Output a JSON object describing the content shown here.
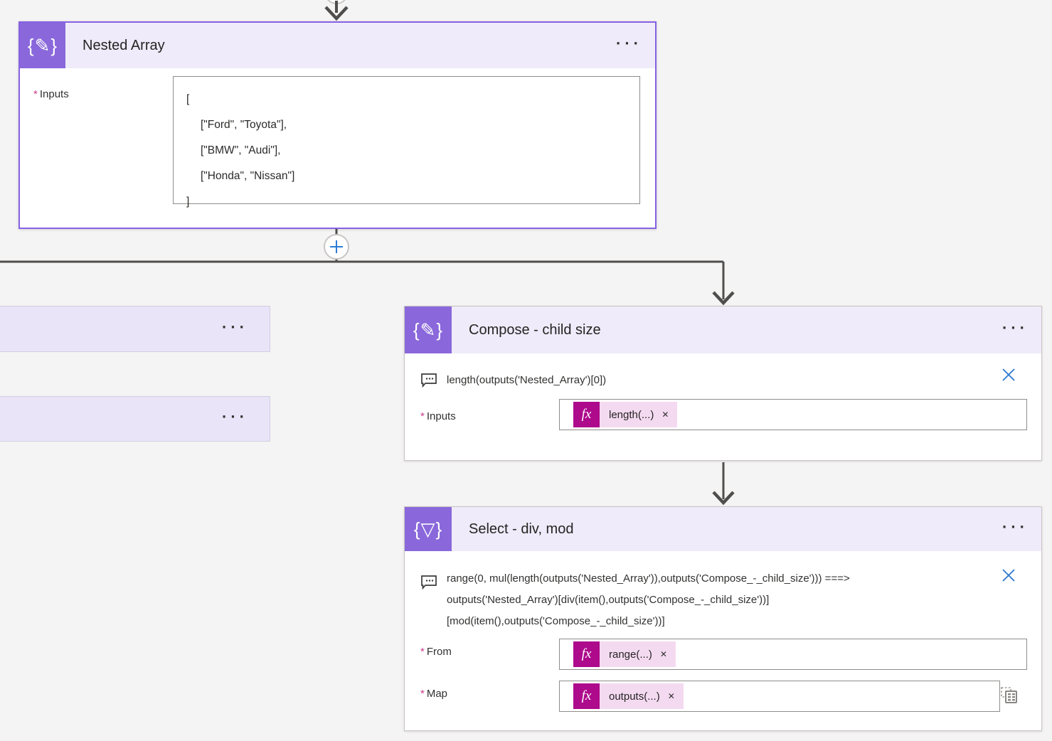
{
  "icons": {
    "ellipsis": "···",
    "fx": "fx",
    "remove": "✕",
    "compose_glyph": "{✎}",
    "select_glyph": "{▽}"
  },
  "labels": {
    "required_marker": "*"
  },
  "flow": {
    "nested_array": {
      "title": "Nested Array",
      "inputs_label": "Inputs",
      "json_lines": {
        "0": "[",
        "1": "[\"Ford\", \"Toyota\"],",
        "2": "[\"BMW\", \"Audi\"],",
        "3": "[\"Honda\", \"Nissan\"]",
        "4": "]"
      }
    },
    "compose_child_size": {
      "title": "Compose - child size",
      "comment": "length(outputs('Nested_Array')[0])",
      "inputs_label": "Inputs",
      "pill_label": "length(...)"
    },
    "select_div_mod": {
      "title": "Select - div, mod",
      "comment_lines": {
        "0": "range(0, mul(length(outputs('Nested_Array')),outputs('Compose_-_child_size'))) ===>",
        "1": "outputs('Nested_Array')[div(item(),outputs('Compose_-_child_size'))]",
        "2": "[mod(item(),outputs('Compose_-_child_size'))]"
      },
      "from_label": "From",
      "from_pill_label": "range(...)",
      "map_label": "Map",
      "map_pill_label": "outputs(...)"
    }
  }
}
